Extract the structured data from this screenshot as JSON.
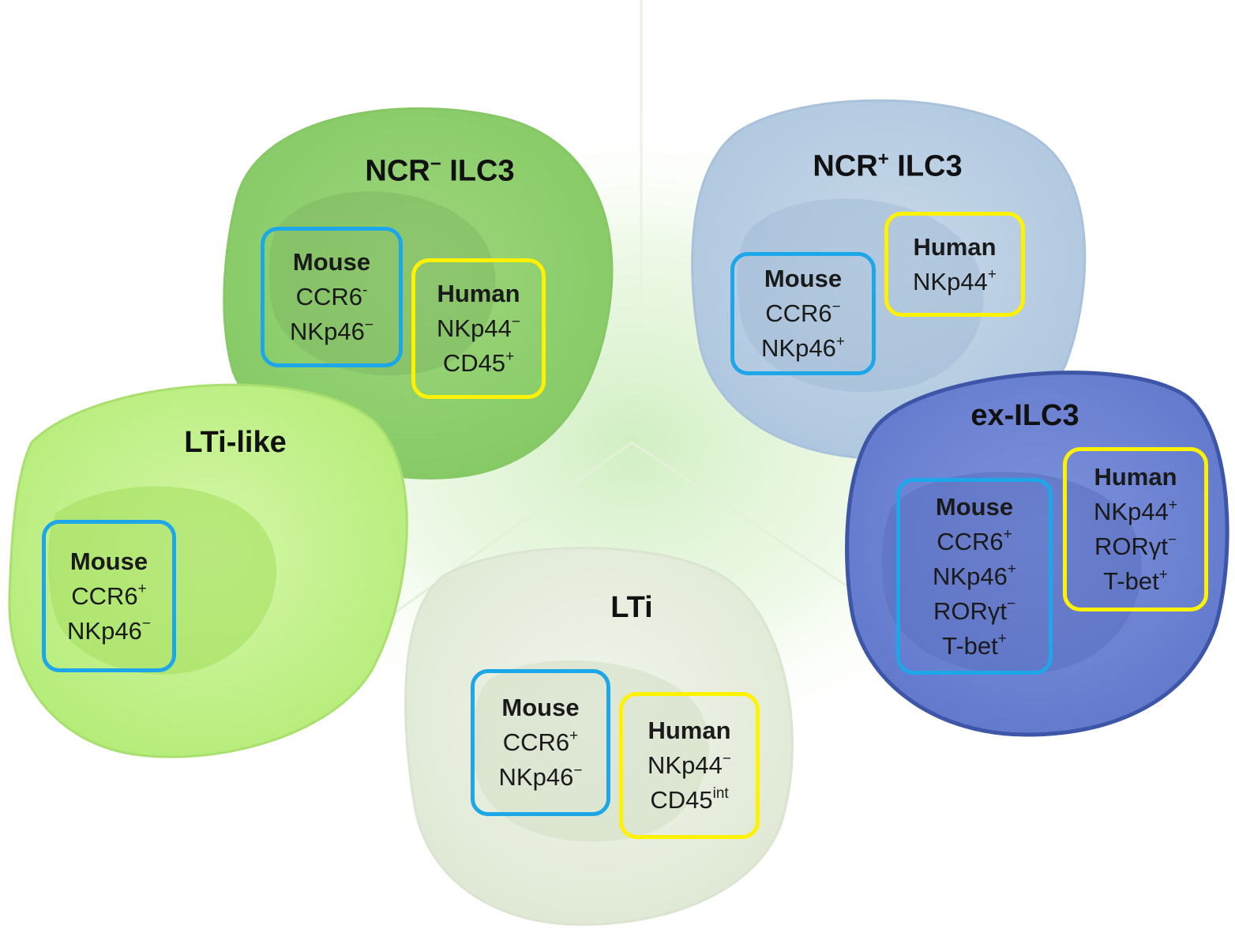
{
  "colors": {
    "ncr_neg_cell": "#8fd06a",
    "lti_like_cell": "#bff28a",
    "lti_cell": "#e6eddd",
    "ncr_pos_cell": "#b8cde3",
    "ex_ilc3_cell": "#6f86d6",
    "mouse_box_border": "#1ea7e8",
    "human_box_border": "#fff200",
    "background_glow": "#cfeec0"
  },
  "cells": {
    "ncr_neg": {
      "title": "NCR",
      "title_sup": "−",
      "title_rest": " ILC3",
      "mouse": {
        "header": "Mouse",
        "m1": "CCR6",
        "m1_sup": "-",
        "m2": "NKp46",
        "m2_sup": "−"
      },
      "human": {
        "header": "Human",
        "m1": "NKp44",
        "m1_sup": "−",
        "m2": "CD45",
        "m2_sup": "+"
      }
    },
    "lti_like": {
      "title": "LTi-like",
      "mouse": {
        "header": "Mouse",
        "m1": "CCR6",
        "m1_sup": "+",
        "m2": "NKp46",
        "m2_sup": "−"
      }
    },
    "lti": {
      "title": "LTi",
      "mouse": {
        "header": "Mouse",
        "m1": "CCR6",
        "m1_sup": "+",
        "m2": "NKp46",
        "m2_sup": "−"
      },
      "human": {
        "header": "Human",
        "m1": "NKp44",
        "m1_sup": "−",
        "m2": "CD45",
        "m2_sup": "int"
      }
    },
    "ncr_pos": {
      "title": "NCR",
      "title_sup": "+",
      "title_rest": " ILC3",
      "mouse": {
        "header": "Mouse",
        "m1": "CCR6",
        "m1_sup": "−",
        "m2": "NKp46",
        "m2_sup": "+"
      },
      "human": {
        "header": "Human",
        "m1": "NKp44",
        "m1_sup": "+"
      }
    },
    "ex_ilc3": {
      "title": "ex-ILC3",
      "mouse": {
        "header": "Mouse",
        "m1": "CCR6",
        "m1_sup": "+",
        "m2": "NKp46",
        "m2_sup": "+",
        "m3": "RORγt",
        "m3_sup": "−",
        "m4": "T-bet",
        "m4_sup": "+"
      },
      "human": {
        "header": "Human",
        "m1": "NKp44",
        "m1_sup": "+",
        "m2": "RORγt",
        "m2_sup": "−",
        "m3": "T-bet",
        "m3_sup": "+"
      }
    }
  }
}
